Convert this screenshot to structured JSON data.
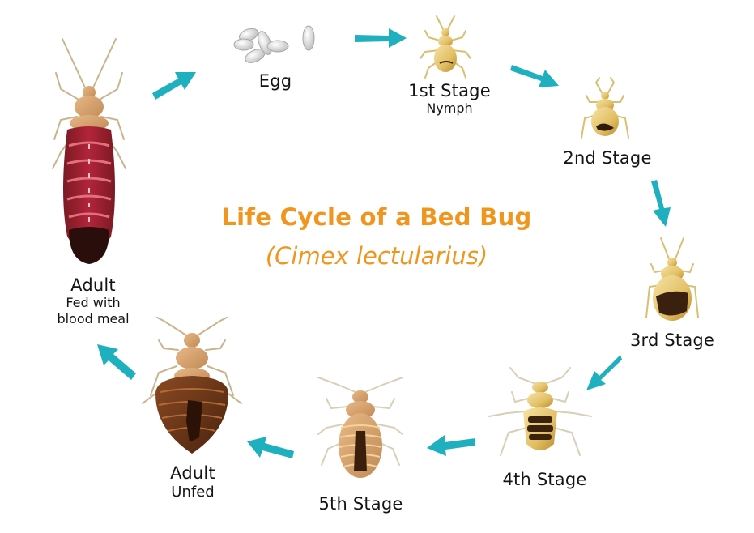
{
  "title": {
    "main": "Life Cycle of a Bed Bug",
    "scientific": "(Cimex lectularius)",
    "color": "#f0961e"
  },
  "arrow_color": "#1fb0bf",
  "stages": [
    {
      "id": "egg",
      "label": "Egg",
      "sub": ""
    },
    {
      "id": "stage1",
      "label": "1st Stage",
      "sub": "Nymph"
    },
    {
      "id": "stage2",
      "label": "2nd Stage",
      "sub": ""
    },
    {
      "id": "stage3",
      "label": "3rd Stage",
      "sub": ""
    },
    {
      "id": "stage4",
      "label": "4th Stage",
      "sub": ""
    },
    {
      "id": "stage5",
      "label": "5th Stage",
      "sub": ""
    },
    {
      "id": "adult-unfed",
      "label": "Adult",
      "sub": "Unfed"
    },
    {
      "id": "adult-fed",
      "label": "Adult",
      "sub_lines": [
        "Fed with",
        "blood meal"
      ]
    }
  ],
  "cycle_order": [
    "Egg",
    "1st Stage",
    "2nd Stage",
    "3rd Stage",
    "4th Stage",
    "5th Stage",
    "Adult Unfed",
    "Adult Fed with blood meal",
    "Egg"
  ],
  "icons": {
    "egg": "egg-cluster-icon",
    "nymph": "bed-bug-nymph-icon",
    "adult": "bed-bug-adult-icon",
    "arrow": "cycle-arrow-icon"
  }
}
